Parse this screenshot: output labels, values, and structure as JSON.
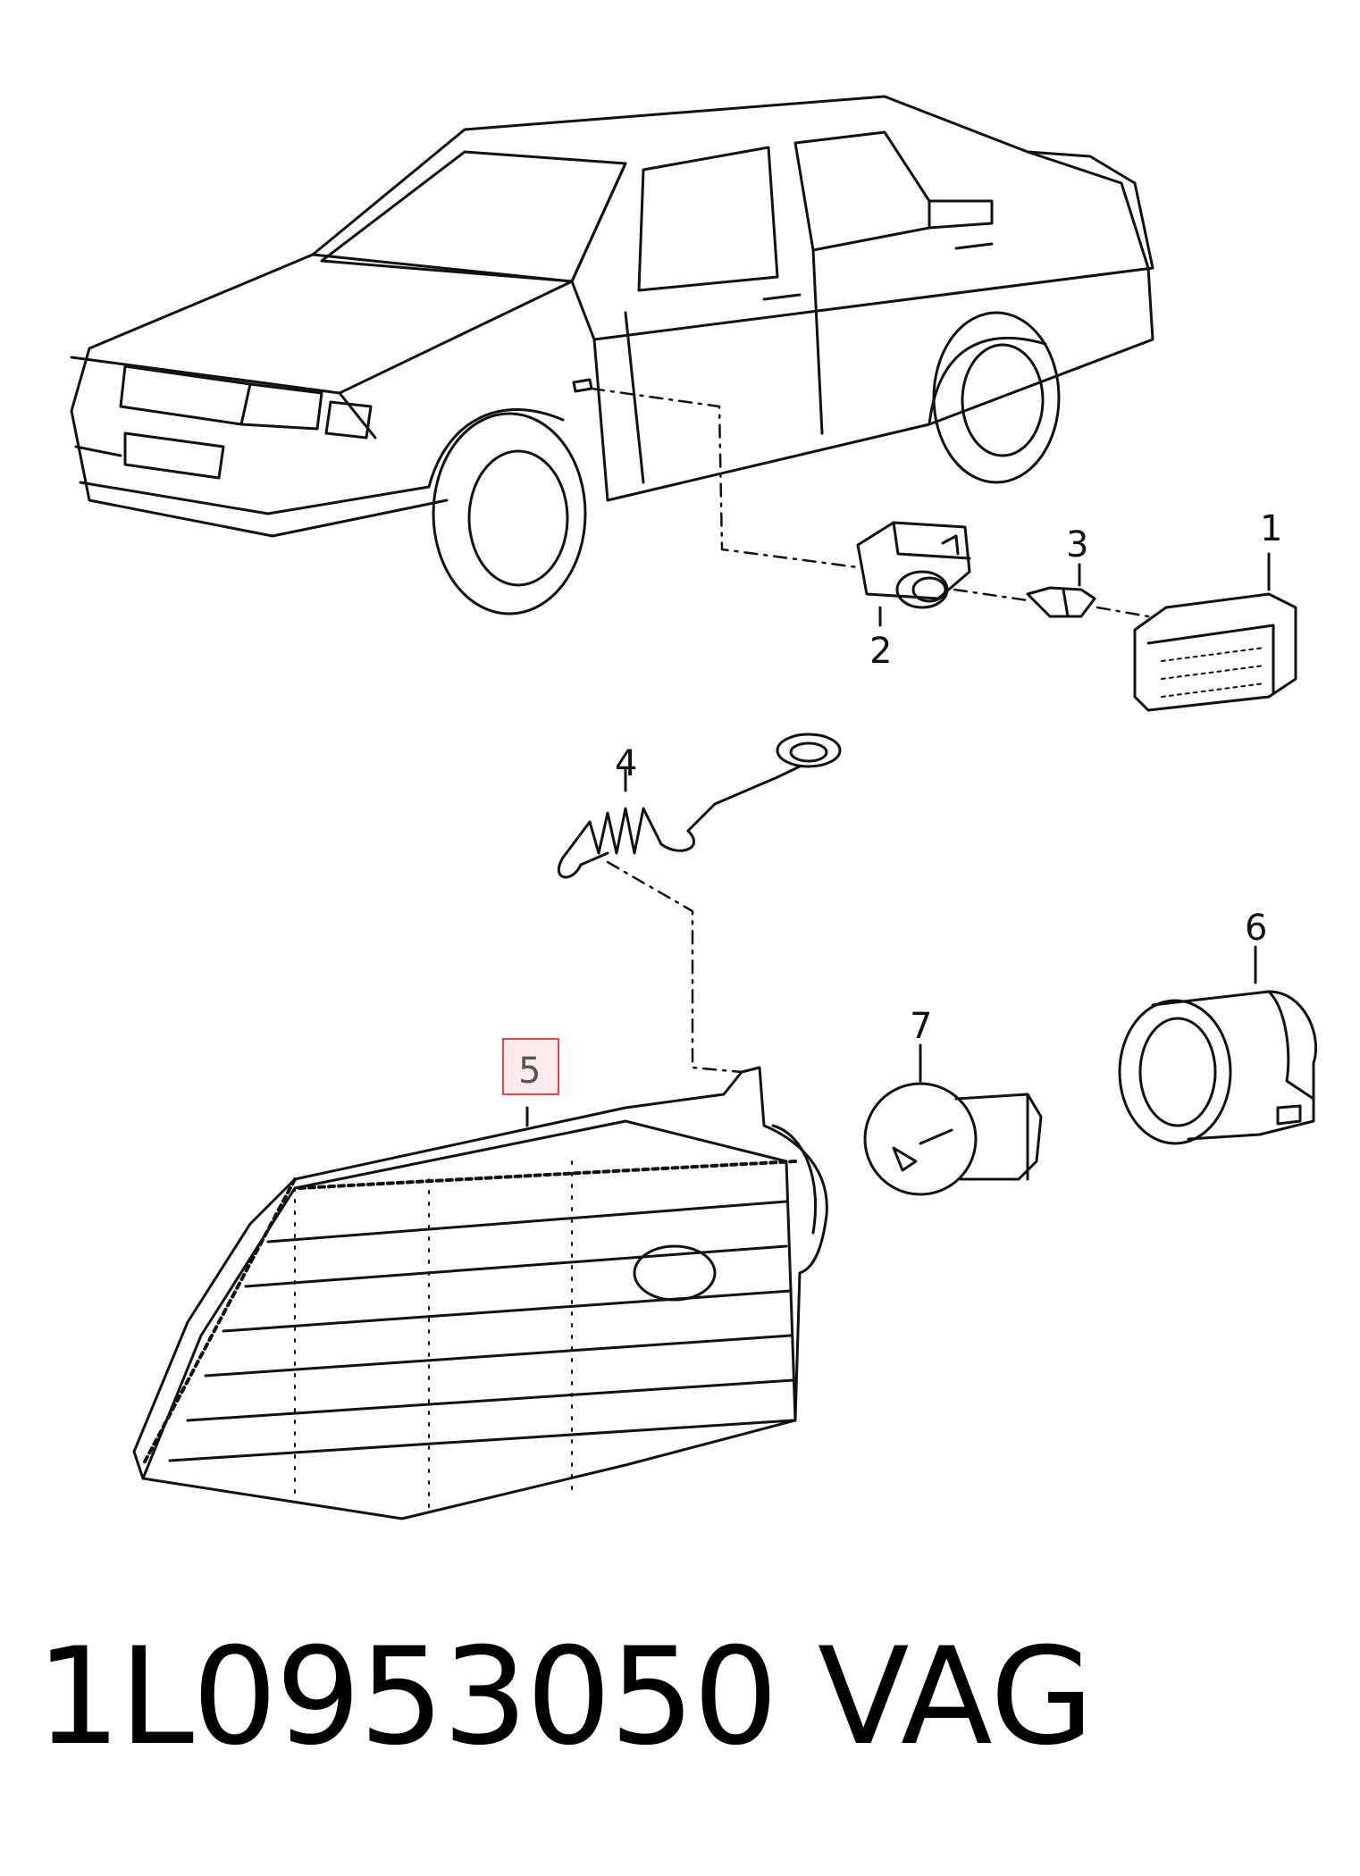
{
  "callouts": [
    "1",
    "2",
    "3",
    "4",
    "5",
    "6",
    "7"
  ],
  "highlighted_callout": "5",
  "part_number": "1L0953050",
  "brand": "VAG",
  "colors": {
    "line": "#111111",
    "highlight_box": "#e04a4a",
    "highlight_fill": "#fdeaea"
  }
}
